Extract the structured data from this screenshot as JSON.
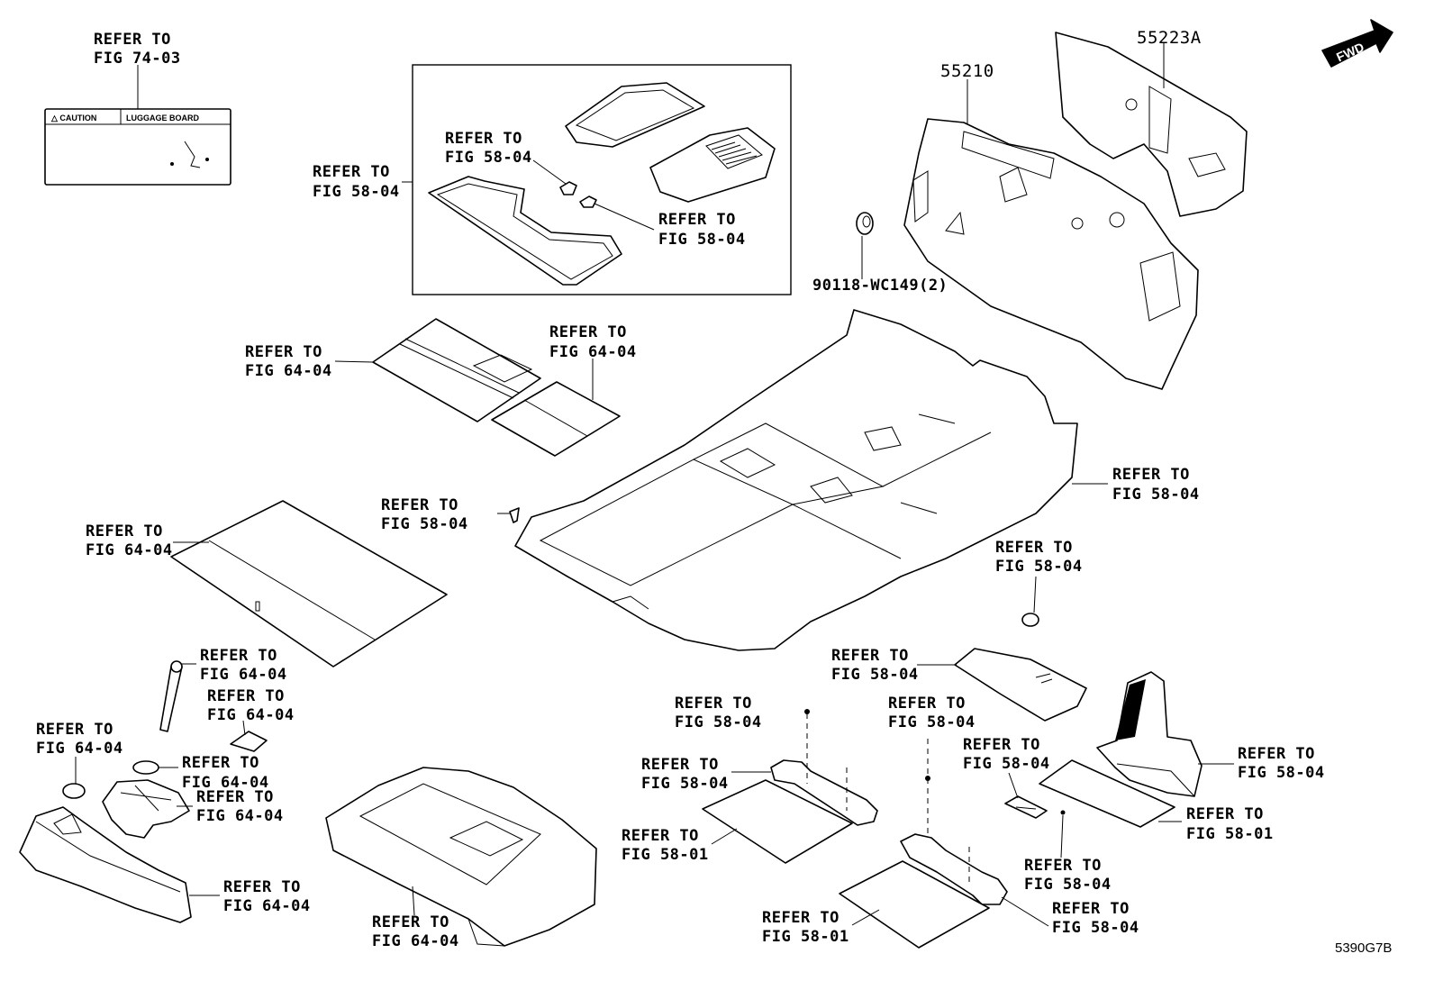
{
  "diagram": {
    "refer_to_text": "REFER TO",
    "callouts": [
      {
        "id": "caution-label-ref",
        "fig": "FIG 74-03"
      },
      {
        "id": "floor-mat-set-ref",
        "fig": "FIG 58-04"
      },
      {
        "id": "mat-clip-upper-ref",
        "fig": "FIG 58-04"
      },
      {
        "id": "mat-clip-lower-ref",
        "fig": "FIG 58-04"
      },
      {
        "id": "deck-board-upper-ref",
        "fig": "FIG 64-04"
      },
      {
        "id": "deck-board-small-ref",
        "fig": "FIG 64-04"
      },
      {
        "id": "luggage-board-ref",
        "fig": "FIG 64-04"
      },
      {
        "id": "floor-clip-ref",
        "fig": "FIG 58-04"
      },
      {
        "id": "floor-carpet-ref",
        "fig": "FIG 58-04"
      },
      {
        "id": "floor-grommet-ref",
        "fig": "FIG 58-04"
      },
      {
        "id": "jack-handle-ref",
        "fig": "FIG 64-04"
      },
      {
        "id": "jack-bracket-ref",
        "fig": "FIG 64-04"
      },
      {
        "id": "tool-pad-ref",
        "fig": "FIG 64-04"
      },
      {
        "id": "tool-washer-ref",
        "fig": "FIG 64-04"
      },
      {
        "id": "tool-tray-ref",
        "fig": "FIG 64-04"
      },
      {
        "id": "rear-trim-ref",
        "fig": "FIG 64-04"
      },
      {
        "id": "luggage-tub-ref",
        "fig": "FIG 64-04"
      },
      {
        "id": "rear-silencer-ref",
        "fig": "FIG 58-04"
      },
      {
        "id": "seat-clip-left-ref",
        "fig": "FIG 58-04"
      },
      {
        "id": "seat-pad-left-ref",
        "fig": "FIG 58-04"
      },
      {
        "id": "seat-sheet-left-ref",
        "fig": "FIG 58-01"
      },
      {
        "id": "seat-clip-mid-ref",
        "fig": "FIG 58-04"
      },
      {
        "id": "seat-pad-mid-ref",
        "fig": "FIG 58-04"
      },
      {
        "id": "seat-sheet-mid-ref",
        "fig": "FIG 58-01"
      },
      {
        "id": "small-plate-ref",
        "fig": "FIG 58-04"
      },
      {
        "id": "small-clip-ref",
        "fig": "FIG 58-04"
      },
      {
        "id": "side-bracket-ref",
        "fig": "FIG 58-04"
      },
      {
        "id": "side-sheet-ref",
        "fig": "FIG 58-01"
      }
    ],
    "part_numbers": {
      "dash_silencer_outer": "55223A",
      "dash_silencer_inner": "55210",
      "clip": "90118-WC149(2)"
    },
    "caution_label": {
      "left_text": "△ CAUTION",
      "right_text": "LUGGAGE BOARD"
    },
    "fwd_arrow": "FWD",
    "illustration_code": "5390G7B"
  }
}
